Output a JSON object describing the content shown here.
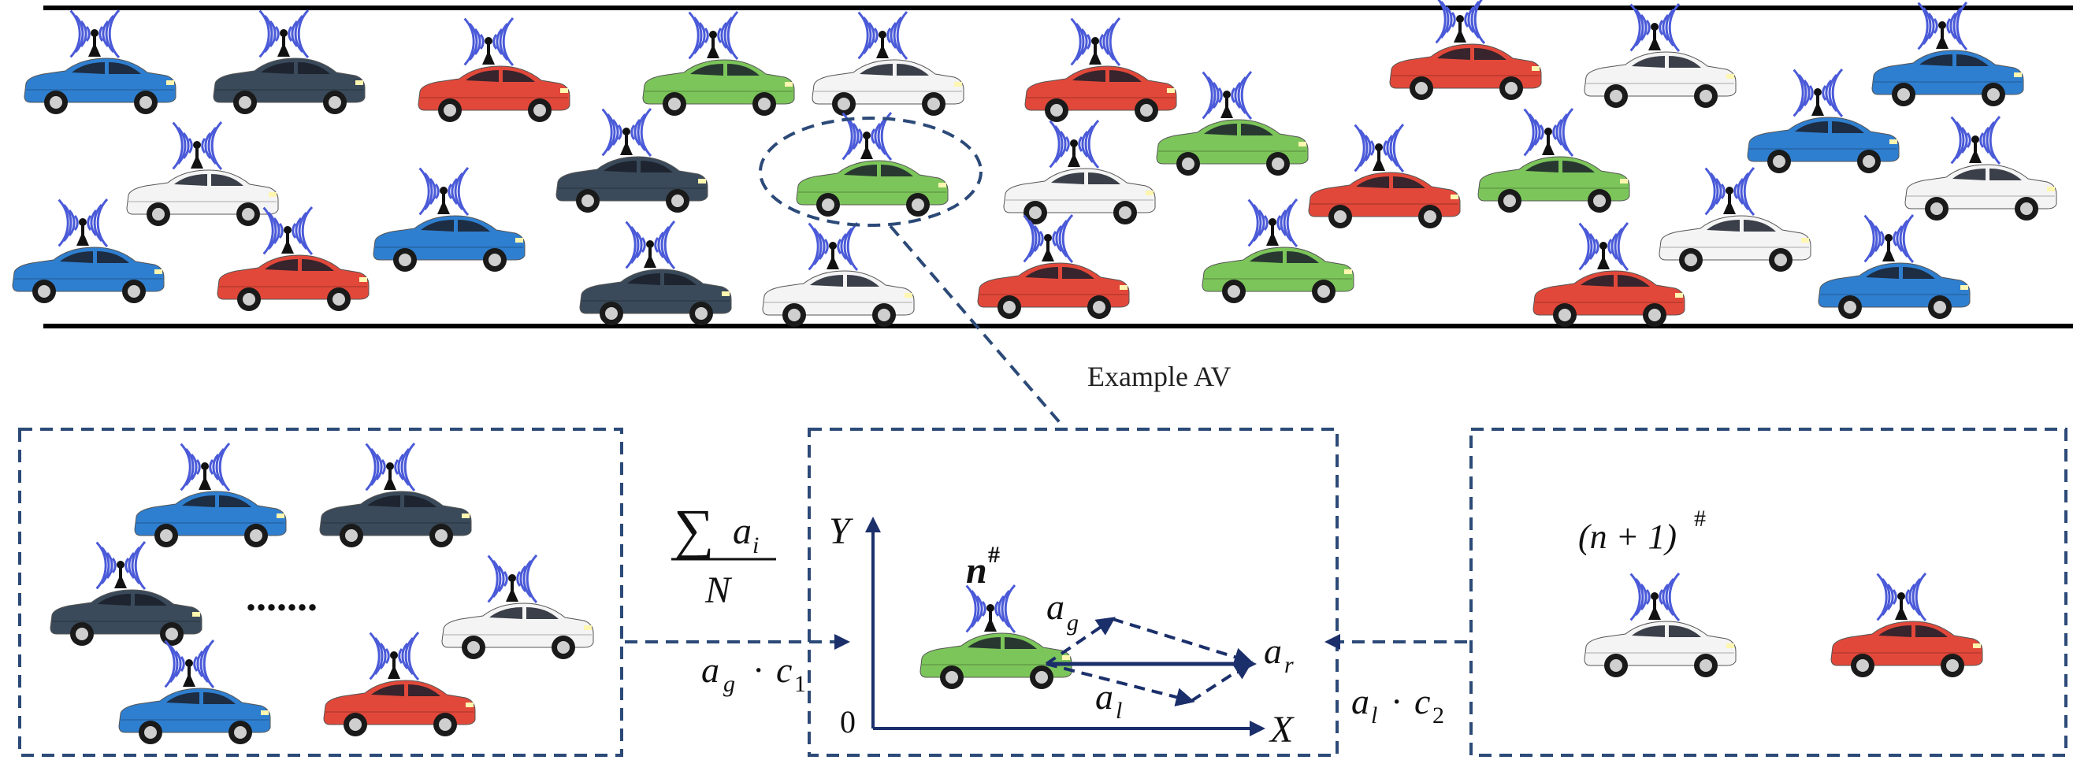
{
  "figure": {
    "example_label": "Example AV",
    "ellipsis": ".......",
    "sum_symbol": "∑",
    "sum_var": "a",
    "sum_sub": "i",
    "sum_denominator": "N",
    "axis_y": "Y",
    "axis_x": "X",
    "origin": "0",
    "node_n_main": "n",
    "node_n_sup": "#",
    "node_n1_main": "(n + 1)",
    "node_n1_sup": "#",
    "a_g": "a",
    "a_g_sub": "g",
    "a_l": "a",
    "a_l_sub": "l",
    "a_r": "a",
    "a_r_sub": "r",
    "left_prod_var": "a",
    "left_prod_sub": "g",
    "left_prod_dot": "·",
    "left_prod_c": "c",
    "left_prod_c_sub": "1",
    "right_prod_var": "a",
    "right_prod_sub": "l",
    "right_prod_dot": "·",
    "right_prod_c": "c",
    "right_prod_c_sub": "2"
  },
  "colors": {
    "blue": "#2f7fd0",
    "dark": "#3a4a5a",
    "red": "#e2483a",
    "green": "#7cc55a",
    "white": "#f4f4f4",
    "dash": "#2c4a78",
    "arrow": "#1b2f6b"
  }
}
